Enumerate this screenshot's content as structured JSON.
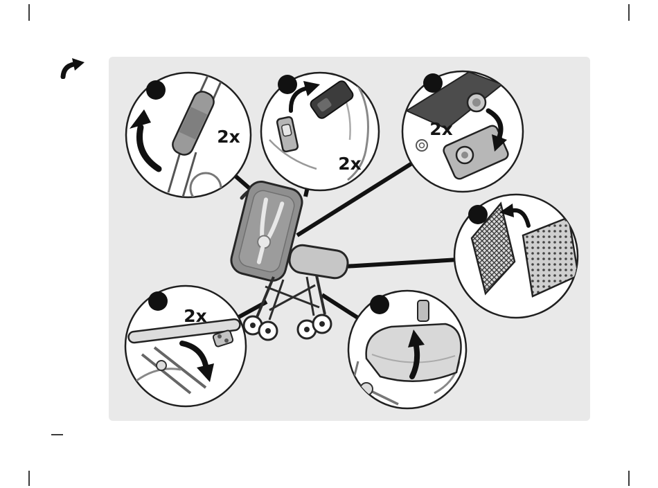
{
  "page": {
    "kind": "instruction-manual-page",
    "paper_color": "#ffffff",
    "panel_color": "#e9e9e9",
    "ink_color": "#141414"
  },
  "icons": {
    "page_turn": "curved-arrow-up-right",
    "step_marker": "filled-black-dot"
  },
  "diagram": {
    "subject": "compact-folding-stroller",
    "callouts": [
      {
        "name": "handle-grip",
        "qty": "2x"
      },
      {
        "name": "harness-clip",
        "qty": "2x"
      },
      {
        "name": "push-button",
        "qty": "2x"
      },
      {
        "name": "velcro-mesh-patch",
        "qty": ""
      },
      {
        "name": "footrest-bar",
        "qty": "2x"
      },
      {
        "name": "seat-pad",
        "qty": ""
      }
    ]
  }
}
